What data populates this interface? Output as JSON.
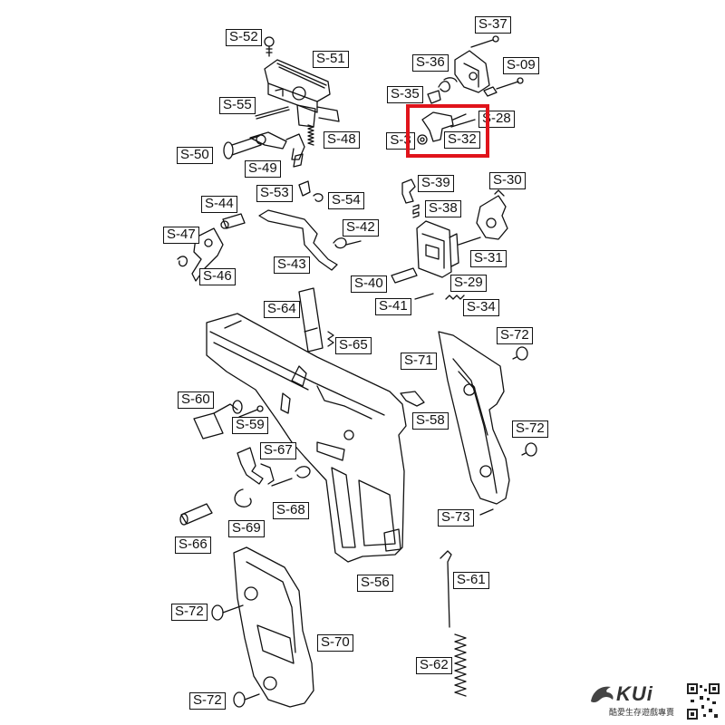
{
  "labels": {
    "s52": "S-52",
    "s51": "S-51",
    "s55": "S-55",
    "s48": "S-48",
    "s50": "S-50",
    "s49": "S-49",
    "s37": "S-37",
    "s36": "S-36",
    "s09": "S-09",
    "s35": "S-35",
    "s28": "S-28",
    "s3x": "S-3",
    "s32": "S-32",
    "s39": "S-39",
    "s30": "S-30",
    "s53": "S-53",
    "s54": "S-54",
    "s44": "S-44",
    "s38": "S-38",
    "s42": "S-42",
    "s47": "S-47",
    "s31": "S-31",
    "s43": "S-43",
    "s46": "S-46",
    "s40": "S-40",
    "s29": "S-29",
    "s41": "S-41",
    "s34": "S-34",
    "s64": "S-64",
    "s65": "S-65",
    "s72a": "S-72",
    "s71": "S-71",
    "s60": "S-60",
    "s58": "S-58",
    "s59": "S-59",
    "s72b": "S-72",
    "s67": "S-67",
    "s68": "S-68",
    "s73": "S-73",
    "s69": "S-69",
    "s66": "S-66",
    "s61": "S-61",
    "s56": "S-56",
    "s72c": "S-72",
    "s70": "S-70",
    "s62": "S-62",
    "s72d": "S-72"
  },
  "brand": {
    "logo": "KUi",
    "tagline": "酷愛生存遊戲專賣"
  },
  "colors": {
    "line": "#111111",
    "highlight": "#e0141b",
    "background": "#ffffff"
  },
  "icons": {
    "logo": "dragon-logo-icon",
    "qr": "qr-code-icon"
  }
}
